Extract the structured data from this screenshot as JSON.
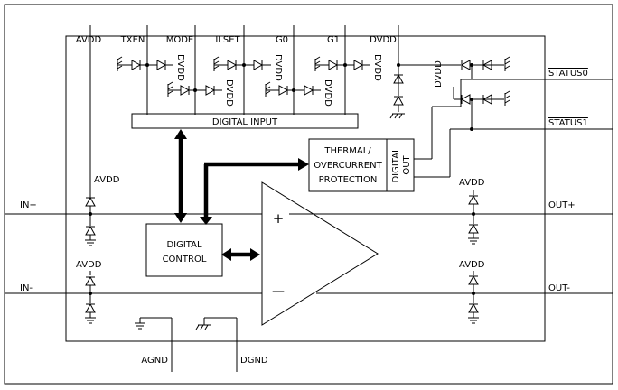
{
  "pins": {
    "avdd_top": "AVDD",
    "txen": "TXEN",
    "mode": "MODE",
    "ilset": "ILSET",
    "g0": "G0",
    "g1": "G1",
    "dvdd_top": "DVDD",
    "status0": "STATUS0",
    "status1": "STATUS1",
    "in_plus": "IN+",
    "in_minus": "IN-",
    "out_plus": "OUT+",
    "out_minus": "OUT-",
    "agnd": "AGND",
    "dgnd": "DGND"
  },
  "blocks": {
    "digital_input": "DIGITAL INPUT",
    "thermal_line1": "THERMAL/",
    "thermal_line2": "OVERCURRENT",
    "thermal_line3": "PROTECTION",
    "digital_out_line1": "DIGITAL",
    "digital_out_line2": "OUT",
    "digital_control_line1": "DIGITAL",
    "digital_control_line2": "CONTROL"
  },
  "amplifier": {
    "plus_sign": "+",
    "minus_sign": "—"
  },
  "supply_labels": {
    "dvdd": "DVDD",
    "avdd": "AVDD"
  }
}
